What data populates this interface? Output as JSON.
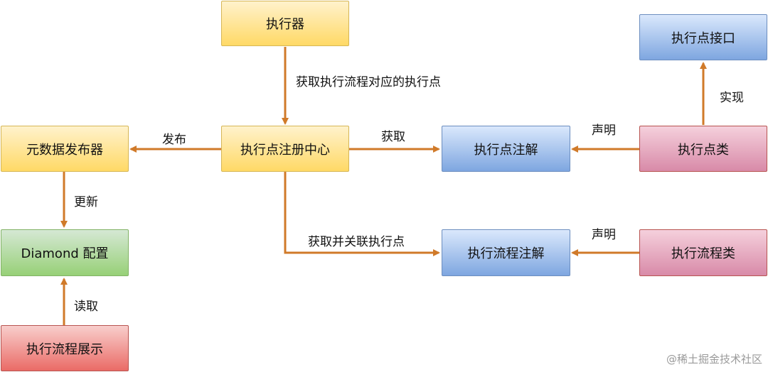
{
  "nodes": {
    "executor": "执行器",
    "registry": "执行点注册中心",
    "metadata_publisher": "元数据发布器",
    "diamond_config": "Diamond  配置",
    "flow_display": "执行流程展示",
    "point_annotation": "执行点注解",
    "flow_annotation": "执行流程注解",
    "point_interface": "执行点接口",
    "point_class": "执行点类",
    "flow_class": "执行流程类"
  },
  "edge_labels": {
    "get_flow_points": "获取执行流程对应的执行点",
    "publish": "发布",
    "get": "获取",
    "get_and_link": "获取并关联执行点",
    "update": "更新",
    "read": "读取",
    "declare_point": "声明",
    "declare_flow": "声明",
    "implement": "实现"
  },
  "watermark": "@稀土掘金技术社区",
  "colors": {
    "arrow": "#d07a29"
  }
}
